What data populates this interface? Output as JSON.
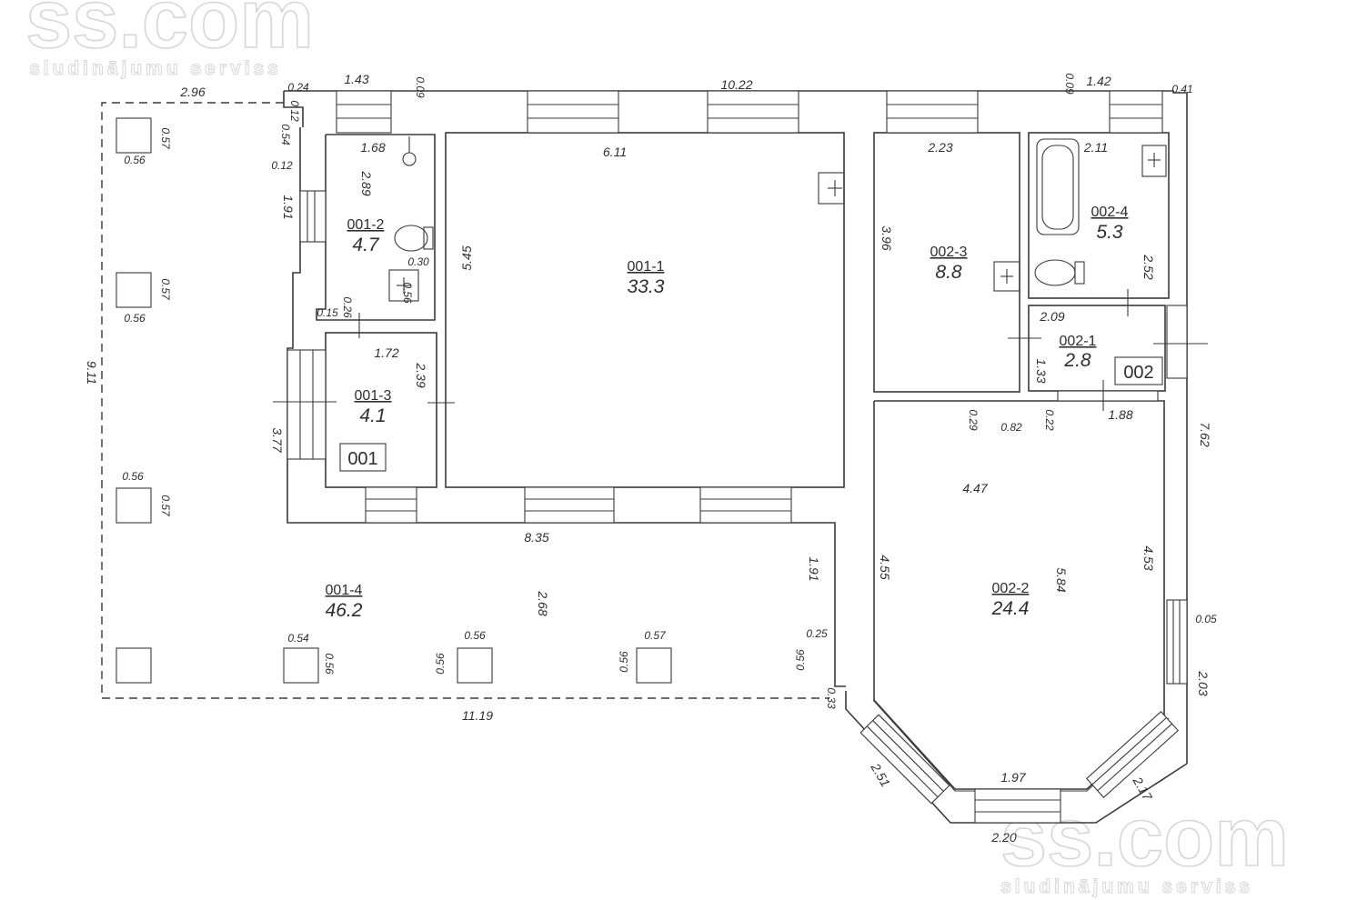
{
  "watermark": {
    "brand": "ss.com",
    "tagline": "sludinājumu serviss"
  },
  "units": {
    "u1": "001",
    "u2": "002"
  },
  "rooms": {
    "r001_1": {
      "id": "001-1",
      "area": "33.3"
    },
    "r001_2": {
      "id": "001-2",
      "area": "4.7"
    },
    "r001_3": {
      "id": "001-3",
      "area": "4.1"
    },
    "r001_4": {
      "id": "001-4",
      "area": "46.2"
    },
    "r002_1": {
      "id": "002-1",
      "area": "2.8"
    },
    "r002_2": {
      "id": "002-2",
      "area": "24.4"
    },
    "r002_3": {
      "id": "002-3",
      "area": "8.8"
    },
    "r002_4": {
      "id": "002-4",
      "area": "5.3"
    }
  },
  "dims": {
    "top_296": "2.96",
    "top_024": "0.24",
    "top_143": "1.43",
    "top_009a": "0.09",
    "top_1022": "10.22",
    "top_009b": "0.09",
    "top_142": "1.42",
    "top_041": "0.41",
    "l_012a": "0.12",
    "l_054": "0.54",
    "l_012b": "0.12",
    "l_191": "1.91",
    "l_911": "9.11",
    "l_377": "3.77",
    "r12_168": "1.68",
    "r12_289": "2.89",
    "r12_030": "0.30",
    "r12_056": "0.56",
    "r12_026": "0.26",
    "r12_015": "0.15",
    "r13_172": "1.72",
    "r13_239": "2.39",
    "r11_611": "6.11",
    "r11_545": "5.45",
    "bot_835": "8.35",
    "bot_191": "1.91",
    "bot_025": "0.25",
    "bot_056": "0.56",
    "bot_033": "0.33",
    "bot_1119": "11.19",
    "ter_268": "2.68",
    "r23_223": "2.23",
    "r23_396": "3.96",
    "r24_211": "2.11",
    "r24_252": "2.52",
    "r21_209": "2.09",
    "r21_133": "1.33",
    "r22_029": "0.29",
    "r22_082": "0.82",
    "r22_022": "0.22",
    "r22_188": "1.88",
    "r22_447": "4.47",
    "r22_455": "4.55",
    "r22_584": "5.84",
    "r22_453": "4.53",
    "r22_762": "7.62",
    "r22_005": "0.05",
    "r22_203": "2.03",
    "r22_251": "2.51",
    "r22_197": "1.97",
    "r22_217": "2.17",
    "r22_220": "2.20",
    "p1a": "0.57",
    "p1b": "0.56",
    "p2a": "0.57",
    "p2b": "0.56",
    "p3a": "0.56",
    "p3b": "0.57",
    "p5a": "0.54",
    "p5b": "0.56",
    "p6a": "0.56",
    "p6b": "0.56",
    "p7a": "0.57",
    "p7b": "0.56"
  }
}
